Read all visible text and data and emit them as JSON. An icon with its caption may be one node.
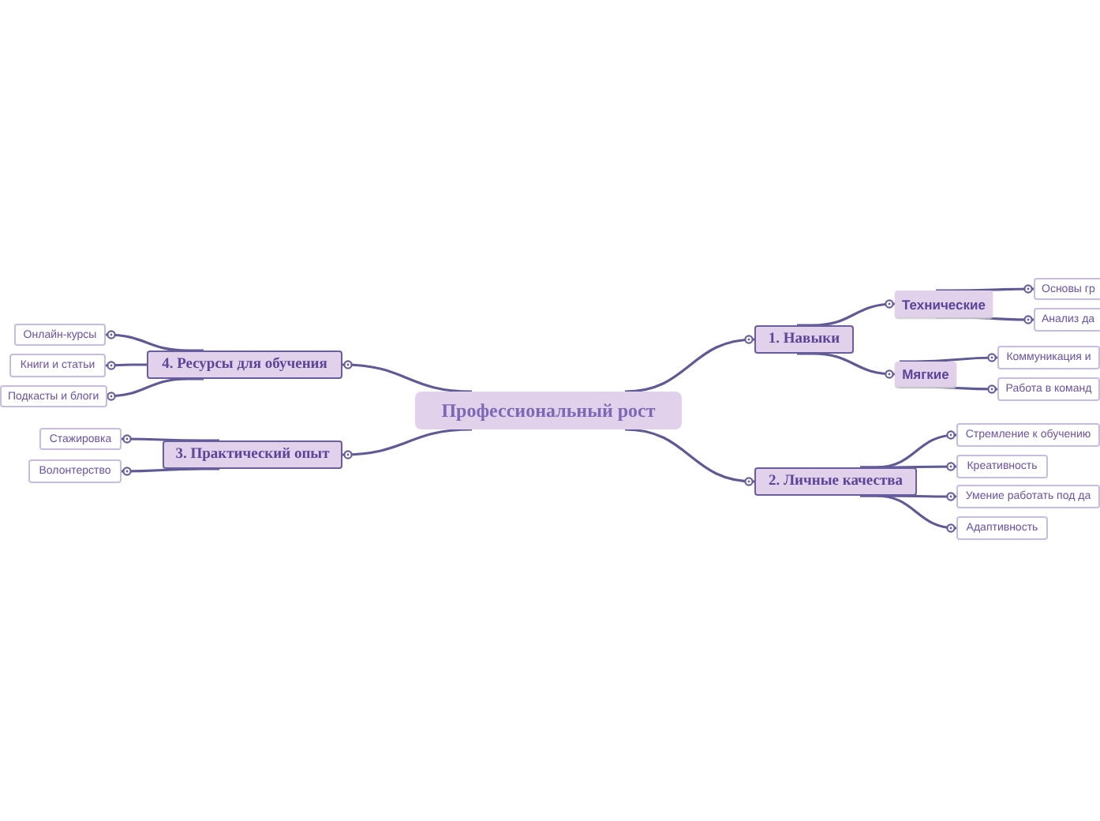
{
  "diagram": {
    "nodes": [
      {
        "text": [
          "Профессиональный рост"
        ]
      },
      {
        "text": [
          "1. Навыки"
        ]
      },
      {
        "text": [
          "Технические"
        ]
      },
      {
        "text": [
          "Основы гр"
        ]
      },
      {
        "text": [
          "Анализ да"
        ]
      },
      {
        "text": [
          "Мягкие"
        ]
      },
      {
        "text": [
          "Коммуникация и"
        ]
      },
      {
        "text": [
          "Работа в команд"
        ]
      },
      {
        "text": [
          "2. Личные качества"
        ]
      },
      {
        "text": [
          "Стремление к обучению"
        ]
      },
      {
        "text": [
          "Креативность"
        ]
      },
      {
        "text": [
          "Умение работать под да"
        ]
      },
      {
        "text": [
          "Адаптивность"
        ]
      },
      {
        "text": [
          "4. Ресурсы для обучения"
        ]
      },
      {
        "text": [
          "Онлайн-курсы"
        ]
      },
      {
        "text": [
          "Книги и статьи"
        ]
      },
      {
        "text": [
          "Подкасты и блоги"
        ]
      },
      {
        "text": [
          "3. Практический опыт"
        ]
      },
      {
        "text": [
          "Стажировка"
        ]
      },
      {
        "text": [
          "Волонтерство"
        ]
      }
    ],
    "edges": [
      {
        "from": 0,
        "to": 1,
        "arrow": "other"
      },
      {
        "from": 1,
        "to": 2,
        "arrow": "other"
      },
      {
        "from": 2,
        "to": 3,
        "arrow": "other"
      },
      {
        "from": 2,
        "to": 4,
        "arrow": "other"
      },
      {
        "from": 1,
        "to": 5,
        "arrow": "other"
      },
      {
        "from": 5,
        "to": 6,
        "arrow": "other"
      },
      {
        "from": 5,
        "to": 7,
        "arrow": "other"
      },
      {
        "from": 0,
        "to": 8,
        "arrow": "other"
      },
      {
        "from": 8,
        "to": 9,
        "arrow": "other"
      },
      {
        "from": 8,
        "to": 10,
        "arrow": "other"
      },
      {
        "from": 8,
        "to": 11,
        "arrow": "other"
      },
      {
        "from": 8,
        "to": 12,
        "arrow": "other"
      },
      {
        "from": 0,
        "to": 13,
        "arrow": "other"
      },
      {
        "from": 13,
        "to": 14,
        "arrow": "other"
      },
      {
        "from": 13,
        "to": 15,
        "arrow": "other"
      },
      {
        "from": 13,
        "to": 16,
        "arrow": "other"
      },
      {
        "from": 0,
        "to": 17,
        "arrow": "other"
      },
      {
        "from": 17,
        "to": 18,
        "arrow": "other"
      },
      {
        "from": 17,
        "to": 19,
        "arrow": "other"
      }
    ]
  }
}
